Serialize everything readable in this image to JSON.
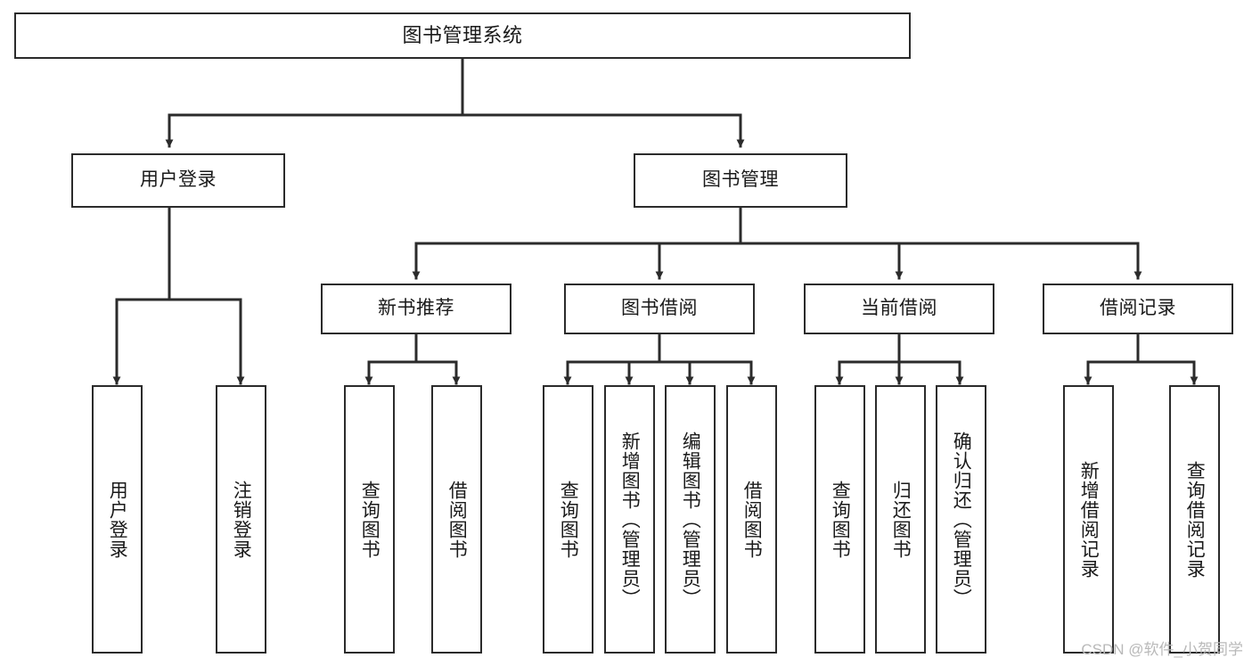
{
  "diagram": {
    "title": "图书管理系统",
    "type": "hierarchy-tree",
    "colors": {
      "box_border": "#2b2b2b",
      "box_fill": "#ffffff",
      "connector": "#2b2b2b",
      "text": "#1a1a1a",
      "watermark": "#b9b9b9",
      "background": "#ffffff"
    },
    "nodes": {
      "root": {
        "label": "图书管理系统",
        "level": 0
      },
      "level1": [
        {
          "id": "user-login",
          "label": "用户登录"
        },
        {
          "id": "book-manage",
          "label": "图书管理"
        }
      ],
      "level2": [
        {
          "id": "new-book-recommend",
          "label": "新书推荐",
          "parent": "book-manage"
        },
        {
          "id": "book-borrow",
          "label": "图书借阅",
          "parent": "book-manage"
        },
        {
          "id": "current-borrow",
          "label": "当前借阅",
          "parent": "book-manage"
        },
        {
          "id": "borrow-record",
          "label": "借阅记录",
          "parent": "book-manage"
        }
      ],
      "leaves": [
        {
          "id": "leaf-user-login",
          "label": "用户登录",
          "parent": "user-login"
        },
        {
          "id": "leaf-user-logout",
          "label": "注销登录",
          "parent": "user-login"
        },
        {
          "id": "leaf-query-book-1",
          "label": "查询图书",
          "parent": "new-book-recommend"
        },
        {
          "id": "leaf-borrow-book-1",
          "label": "借阅图书",
          "parent": "new-book-recommend"
        },
        {
          "id": "leaf-query-book-2",
          "label": "查询图书",
          "parent": "book-borrow"
        },
        {
          "id": "leaf-add-book",
          "label": "新增图书（管理员）",
          "parent": "book-borrow"
        },
        {
          "id": "leaf-edit-book",
          "label": "编辑图书（管理员）",
          "parent": "book-borrow"
        },
        {
          "id": "leaf-borrow-book-2",
          "label": "借阅图书",
          "parent": "book-borrow"
        },
        {
          "id": "leaf-query-book-3",
          "label": "查询图书",
          "parent": "current-borrow"
        },
        {
          "id": "leaf-return-book",
          "label": "归还图书",
          "parent": "current-borrow"
        },
        {
          "id": "leaf-confirm-return",
          "label": "确认归还（管理员）",
          "parent": "current-borrow"
        },
        {
          "id": "leaf-add-record",
          "label": "新增借阅记录",
          "parent": "borrow-record"
        },
        {
          "id": "leaf-query-record",
          "label": "查询借阅记录",
          "parent": "borrow-record"
        }
      ]
    }
  },
  "watermark": {
    "text": "CSDN @软件_小贺同学"
  }
}
